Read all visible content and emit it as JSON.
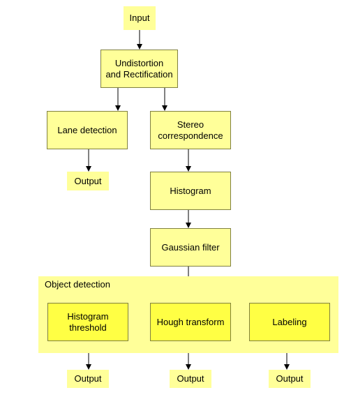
{
  "nodes": {
    "input": "Input",
    "undistortion": "Undistortion\nand Rectification",
    "lane_detection": "Lane detection",
    "stereo": "Stereo\ncorrespondence",
    "histogram": "Histogram",
    "gaussian": "Gaussian filter",
    "hist_threshold": "Histogram\nthreshold",
    "hough": "Hough transform",
    "labeling": "Labeling"
  },
  "outputs": {
    "lane": "Output",
    "threshold": "Output",
    "hough": "Output",
    "labeling": "Output"
  },
  "group": {
    "title": "Object detection"
  },
  "colors": {
    "node_fill": "#ffff99",
    "node_dark_fill": "#ffff44",
    "border": "#808040",
    "arrow": "#000000"
  }
}
